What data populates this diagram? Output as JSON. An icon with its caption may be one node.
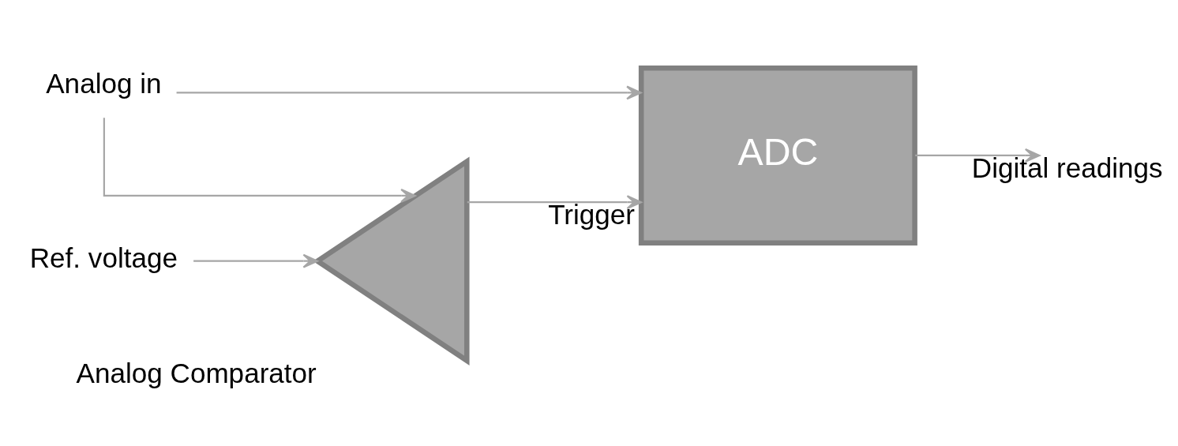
{
  "diagram": {
    "nodes": [
      {
        "text": [
          "Analog in"
        ]
      },
      {
        "text": [
          "ADC"
        ]
      },
      {
        "text": [],
        "shape": "triangle",
        "beside": [
          "Analog Comparator"
        ]
      },
      {
        "text": [
          "Ref. voltage"
        ]
      }
    ],
    "edges": [
      {
        "from": 0,
        "to": 1,
        "arrow": "to"
      },
      {
        "from": 0,
        "to": 2,
        "arrow": "to"
      },
      {
        "from": 3,
        "to": 2,
        "arrow": "to"
      },
      {
        "from": 2,
        "to": 1,
        "arrow": "to",
        "label": "Trigger"
      },
      {
        "from": 1,
        "to": null,
        "arrow": "to",
        "label": "Digital readings"
      }
    ]
  }
}
